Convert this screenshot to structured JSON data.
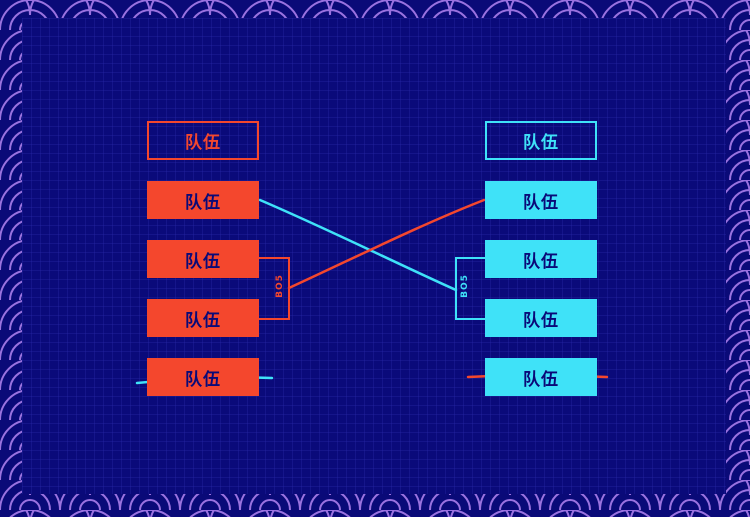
{
  "colors": {
    "background": "#0a0a78",
    "red": "#f4472d",
    "cyan": "#3fe2f8",
    "pattern": "#9a72e0"
  },
  "left": {
    "header": "队伍",
    "teams": [
      "队伍",
      "队伍",
      "队伍",
      "队伍"
    ]
  },
  "right": {
    "header": "队伍",
    "teams": [
      "队伍",
      "队伍",
      "队伍",
      "队伍"
    ]
  },
  "bracket": {
    "left_series": "BO5",
    "right_series": "BO5"
  }
}
